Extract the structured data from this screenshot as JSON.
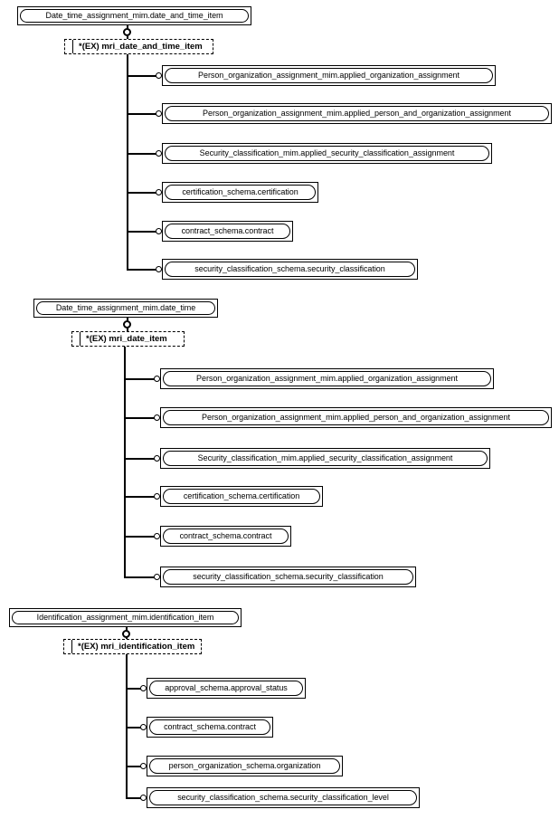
{
  "diagram": {
    "type": "express-g-mim-diagram",
    "title_visible": false,
    "groups": [
      {
        "root": "Date_time_assignment_mim.date_and_time_item",
        "ex_node": "*(EX) mri_date_and_time_item",
        "children": [
          "Person_organization_assignment_mim.applied_organization_assignment",
          "Person_organization_assignment_mim.applied_person_and_organization_assignment",
          "Security_classification_mim.applied_security_classification_assignment",
          "certification_schema.certification",
          "contract_schema.contract",
          "security_classification_schema.security_classification"
        ]
      },
      {
        "root": "Date_time_assignment_mim.date_time",
        "ex_node": "*(EX) mri_date_item",
        "children": [
          "Person_organization_assignment_mim.applied_organization_assignment",
          "Person_organization_assignment_mim.applied_person_and_organization_assignment",
          "Security_classification_mim.applied_security_classification_assignment",
          "certification_schema.certification",
          "contract_schema.contract",
          "security_classification_schema.security_classification"
        ]
      },
      {
        "root": "Identification_assignment_mim.identification_item",
        "ex_node": "*(EX) mri_identification_item",
        "children": [
          "approval_schema.approval_status",
          "contract_schema.contract",
          "person_organization_schema.organization",
          "security_classification_schema.security_classification_level"
        ]
      }
    ]
  },
  "colors": {
    "stroke": "#000000",
    "background": "#ffffff"
  }
}
